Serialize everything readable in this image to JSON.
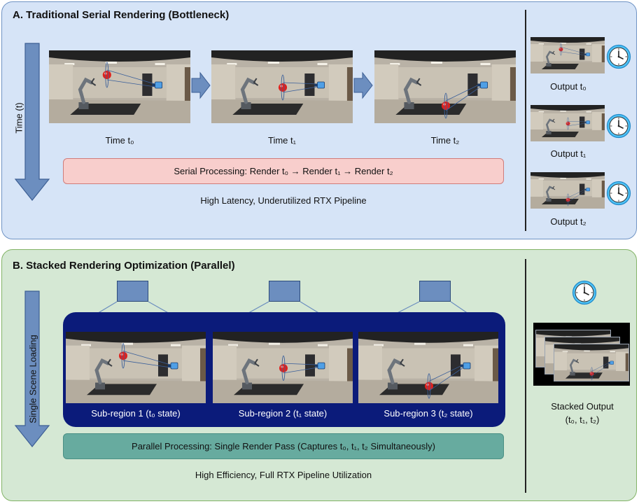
{
  "panel_a": {
    "title": "A. Traditional Serial Rendering (Bottleneck)",
    "axis_label": "Time (t)",
    "frame_labels": [
      "Time t₀",
      "Time t₁",
      "Time t₂"
    ],
    "bar_text": "Serial Processing: Render t₀ → Render t₁ → Render t₂",
    "caption": "High Latency, Underutilized RTX Pipeline",
    "outputs": [
      "Output t₀",
      "Output t₁",
      "Output t₂"
    ]
  },
  "panel_b": {
    "title": "B. Stacked Rendering Optimization (Parallel)",
    "axis_label": "Single Scene Loading",
    "subregions": [
      "Sub-region 1 (t₀ state)",
      "Sub-region 2 (t₁ state)",
      "Sub-region 3 (t₂ state)"
    ],
    "bar_text": "Parallel Processing: Single Render Pass (Captures t₀, t₁, t₂ Simultaneously)",
    "caption": "High Efficiency, Full RTX Pipeline Utilization",
    "stacked_output_line1": "Stacked Output",
    "stacked_output_line2": "(t₀, t₁, t₂)"
  },
  "colors": {
    "panel_a_fill": "#d6e4f7",
    "panel_b_fill": "#d5e8d4",
    "arrow_fill": "#6c8ebf",
    "serial_bar": "#f8cecc",
    "parallel_bar": "#67ab9f",
    "navy_container": "#0b1b7a",
    "ball": "#e0201c"
  },
  "icons": [
    "clock-icon",
    "camera-icon",
    "robot-arm-icon",
    "down-arrow-icon",
    "right-arrow-icon"
  ]
}
